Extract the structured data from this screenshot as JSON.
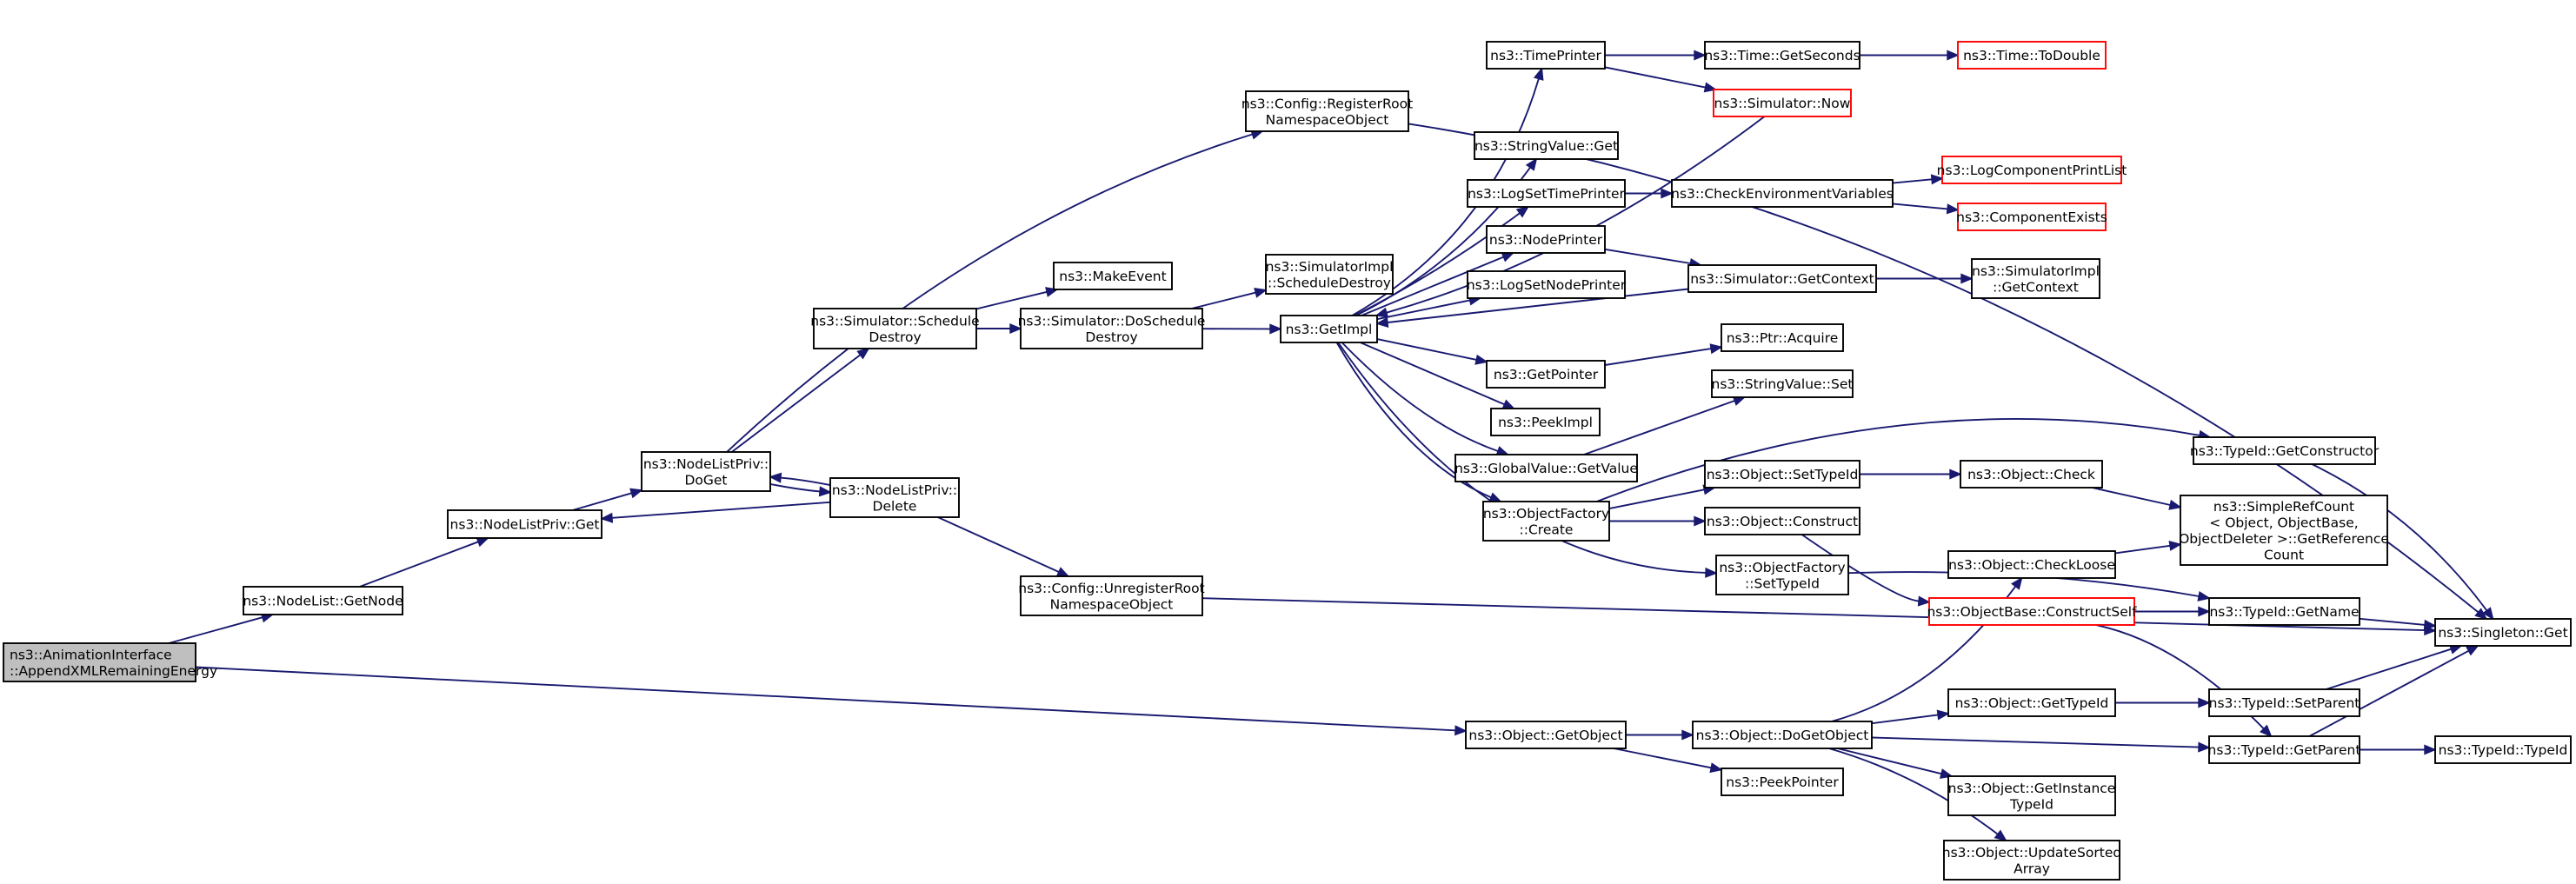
{
  "graph": {
    "colors": {
      "edge": "#191970",
      "node_border": "#000000",
      "truncated_border": "#ff0000",
      "root_fill": "#bfbfbf",
      "node_fill": "#ffffff"
    },
    "nodes": [
      {
        "id": "root",
        "lines": [
          "ns3::AnimationInterface",
          "::AppendXMLRemainingEnergy"
        ],
        "kind": "root"
      },
      {
        "id": "nodelist_getnode",
        "lines": [
          "ns3::NodeList::GetNode"
        ]
      },
      {
        "id": "nodelistpriv_get",
        "lines": [
          "ns3::NodeListPriv::Get"
        ]
      },
      {
        "id": "nodelistpriv_doget",
        "lines": [
          "ns3::NodeListPriv::",
          "DoGet"
        ]
      },
      {
        "id": "nodelistpriv_delete",
        "lines": [
          "ns3::NodeListPriv::",
          "Delete"
        ]
      },
      {
        "id": "config_unregister",
        "lines": [
          "ns3::Config::UnregisterRoot",
          "NamespaceObject"
        ]
      },
      {
        "id": "config_register",
        "lines": [
          "ns3::Config::RegisterRoot",
          "NamespaceObject"
        ]
      },
      {
        "id": "sim_schedule_destroy",
        "lines": [
          "ns3::Simulator::Schedule",
          "Destroy"
        ]
      },
      {
        "id": "make_event",
        "lines": [
          "ns3::MakeEvent"
        ]
      },
      {
        "id": "sim_doschedule_destroy",
        "lines": [
          "ns3::Simulator::DoSchedule",
          "Destroy"
        ]
      },
      {
        "id": "simimpl_schedule_destroy",
        "lines": [
          "ns3::SimulatorImpl",
          "::ScheduleDestroy"
        ]
      },
      {
        "id": "getimpl",
        "lines": [
          "ns3::GetImpl"
        ]
      },
      {
        "id": "timeprinter",
        "lines": [
          "ns3::TimePrinter"
        ]
      },
      {
        "id": "stringvalue_get",
        "lines": [
          "ns3::StringValue::Get"
        ]
      },
      {
        "id": "logsettimeprinter",
        "lines": [
          "ns3::LogSetTimePrinter"
        ]
      },
      {
        "id": "nodeprinter",
        "lines": [
          "ns3::NodePrinter"
        ]
      },
      {
        "id": "logsetnodeprinter",
        "lines": [
          "ns3::LogSetNodePrinter"
        ]
      },
      {
        "id": "getpointer",
        "lines": [
          "ns3::GetPointer"
        ]
      },
      {
        "id": "peekimpl",
        "lines": [
          "ns3::PeekImpl"
        ]
      },
      {
        "id": "globalvalue_getvalue",
        "lines": [
          "ns3::GlobalValue::GetValue"
        ]
      },
      {
        "id": "objectfactory_create",
        "lines": [
          "ns3::ObjectFactory",
          "::Create"
        ]
      },
      {
        "id": "objectfactory_settypeid",
        "lines": [
          "ns3::ObjectFactory",
          "::SetTypeId"
        ]
      },
      {
        "id": "time_getseconds",
        "lines": [
          "ns3::Time::GetSeconds"
        ]
      },
      {
        "id": "time_todouble",
        "lines": [
          "ns3::Time::ToDouble"
        ],
        "kind": "truncated"
      },
      {
        "id": "simulator_now",
        "lines": [
          "ns3::Simulator::Now"
        ],
        "kind": "truncated"
      },
      {
        "id": "check_env_vars",
        "lines": [
          "ns3::CheckEnvironmentVariables"
        ]
      },
      {
        "id": "logcomponentprintlist",
        "lines": [
          "ns3::LogComponentPrintList"
        ],
        "kind": "truncated"
      },
      {
        "id": "componentexists",
        "lines": [
          "ns3::ComponentExists"
        ],
        "kind": "truncated"
      },
      {
        "id": "simulator_getcontext",
        "lines": [
          "ns3::Simulator::GetContext"
        ]
      },
      {
        "id": "simimpl_getcontext",
        "lines": [
          "ns3::SimulatorImpl",
          "::GetContext"
        ]
      },
      {
        "id": "ptr_acquire",
        "lines": [
          "ns3::Ptr::Acquire"
        ]
      },
      {
        "id": "stringvalue_set",
        "lines": [
          "ns3::StringValue::Set"
        ]
      },
      {
        "id": "object_settypeid",
        "lines": [
          "ns3::Object::SetTypeId"
        ]
      },
      {
        "id": "object_construct",
        "lines": [
          "ns3::Object::Construct"
        ]
      },
      {
        "id": "object_check",
        "lines": [
          "ns3::Object::Check"
        ]
      },
      {
        "id": "object_checkloose",
        "lines": [
          "ns3::Object::CheckLoose"
        ]
      },
      {
        "id": "objectbase_constructself",
        "lines": [
          "ns3::ObjectBase::ConstructSelf"
        ],
        "kind": "truncated"
      },
      {
        "id": "typeid_getconstructor",
        "lines": [
          "ns3::TypeId::GetConstructor"
        ]
      },
      {
        "id": "simplerefcount",
        "lines": [
          "ns3::SimpleRefCount",
          "< Object, ObjectBase,",
          "ObjectDeleter >::GetReference",
          "Count"
        ]
      },
      {
        "id": "typeid_getname",
        "lines": [
          "ns3::TypeId::GetName"
        ]
      },
      {
        "id": "singleton_get",
        "lines": [
          "ns3::Singleton::Get"
        ]
      },
      {
        "id": "object_getobject",
        "lines": [
          "ns3::Object::GetObject"
        ]
      },
      {
        "id": "object_dogetobject",
        "lines": [
          "ns3::Object::DoGetObject"
        ]
      },
      {
        "id": "peekpointer",
        "lines": [
          "ns3::PeekPointer"
        ]
      },
      {
        "id": "object_gettypeid",
        "lines": [
          "ns3::Object::GetTypeId"
        ]
      },
      {
        "id": "object_getinstancetypeid",
        "lines": [
          "ns3::Object::GetInstance",
          "TypeId"
        ]
      },
      {
        "id": "object_updatesortedarray",
        "lines": [
          "ns3::Object::UpdateSorted",
          "Array"
        ]
      },
      {
        "id": "typeid_setparent",
        "lines": [
          "ns3::TypeId::SetParent"
        ]
      },
      {
        "id": "typeid_getparent",
        "lines": [
          "ns3::TypeId::GetParent"
        ]
      },
      {
        "id": "typeid_typeid",
        "lines": [
          "ns3::TypeId::TypeId"
        ]
      }
    ],
    "edges": [
      [
        "root",
        "nodelist_getnode"
      ],
      [
        "root",
        "object_getobject"
      ],
      [
        "nodelist_getnode",
        "nodelistpriv_get"
      ],
      [
        "nodelistpriv_get",
        "nodelistpriv_doget"
      ],
      [
        "nodelistpriv_doget",
        "config_register"
      ],
      [
        "nodelistpriv_doget",
        "sim_schedule_destroy"
      ],
      [
        "nodelistpriv_doget",
        "nodelistpriv_delete"
      ],
      [
        "nodelistpriv_delete",
        "nodelistpriv_doget"
      ],
      [
        "nodelistpriv_delete",
        "nodelistpriv_get"
      ],
      [
        "nodelistpriv_delete",
        "config_unregister"
      ],
      [
        "config_unregister",
        "singleton_get"
      ],
      [
        "config_register",
        "singleton_get"
      ],
      [
        "sim_schedule_destroy",
        "make_event"
      ],
      [
        "sim_schedule_destroy",
        "sim_doschedule_destroy"
      ],
      [
        "sim_doschedule_destroy",
        "simimpl_schedule_destroy"
      ],
      [
        "sim_doschedule_destroy",
        "getimpl"
      ],
      [
        "getimpl",
        "timeprinter"
      ],
      [
        "getimpl",
        "stringvalue_get"
      ],
      [
        "getimpl",
        "logsettimeprinter"
      ],
      [
        "getimpl",
        "nodeprinter"
      ],
      [
        "getimpl",
        "logsetnodeprinter"
      ],
      [
        "getimpl",
        "getpointer"
      ],
      [
        "getimpl",
        "peekimpl"
      ],
      [
        "getimpl",
        "globalvalue_getvalue"
      ],
      [
        "getimpl",
        "objectfactory_create"
      ],
      [
        "getimpl",
        "objectfactory_settypeid"
      ],
      [
        "timeprinter",
        "time_getseconds"
      ],
      [
        "timeprinter",
        "simulator_now"
      ],
      [
        "time_getseconds",
        "time_todouble"
      ],
      [
        "simulator_now",
        "getimpl"
      ],
      [
        "logsettimeprinter",
        "check_env_vars"
      ],
      [
        "check_env_vars",
        "logcomponentprintlist"
      ],
      [
        "check_env_vars",
        "componentexists"
      ],
      [
        "nodeprinter",
        "simulator_getcontext"
      ],
      [
        "simulator_getcontext",
        "getimpl"
      ],
      [
        "simulator_getcontext",
        "simimpl_getcontext"
      ],
      [
        "getpointer",
        "ptr_acquire"
      ],
      [
        "globalvalue_getvalue",
        "stringvalue_set"
      ],
      [
        "objectfactory_create",
        "typeid_getconstructor"
      ],
      [
        "objectfactory_create",
        "object_settypeid"
      ],
      [
        "objectfactory_create",
        "object_construct"
      ],
      [
        "objectfactory_settypeid",
        "typeid_getname"
      ],
      [
        "object_settypeid",
        "object_check"
      ],
      [
        "object_check",
        "simplerefcount"
      ],
      [
        "object_construct",
        "objectbase_constructself"
      ],
      [
        "object_checkloose",
        "simplerefcount"
      ],
      [
        "objectbase_constructself",
        "typeid_getname"
      ],
      [
        "objectbase_constructself",
        "typeid_getparent"
      ],
      [
        "typeid_getconstructor",
        "singleton_get"
      ],
      [
        "typeid_getname",
        "singleton_get"
      ],
      [
        "object_getobject",
        "object_dogetobject"
      ],
      [
        "object_getobject",
        "peekpointer"
      ],
      [
        "object_dogetobject",
        "object_checkloose"
      ],
      [
        "object_dogetobject",
        "object_gettypeid"
      ],
      [
        "object_dogetobject",
        "typeid_getparent"
      ],
      [
        "object_dogetobject",
        "object_getinstancetypeid"
      ],
      [
        "object_dogetobject",
        "object_updatesortedarray"
      ],
      [
        "object_gettypeid",
        "typeid_setparent"
      ],
      [
        "typeid_setparent",
        "singleton_get"
      ],
      [
        "typeid_getparent",
        "singleton_get"
      ],
      [
        "typeid_getparent",
        "typeid_typeid"
      ]
    ]
  }
}
